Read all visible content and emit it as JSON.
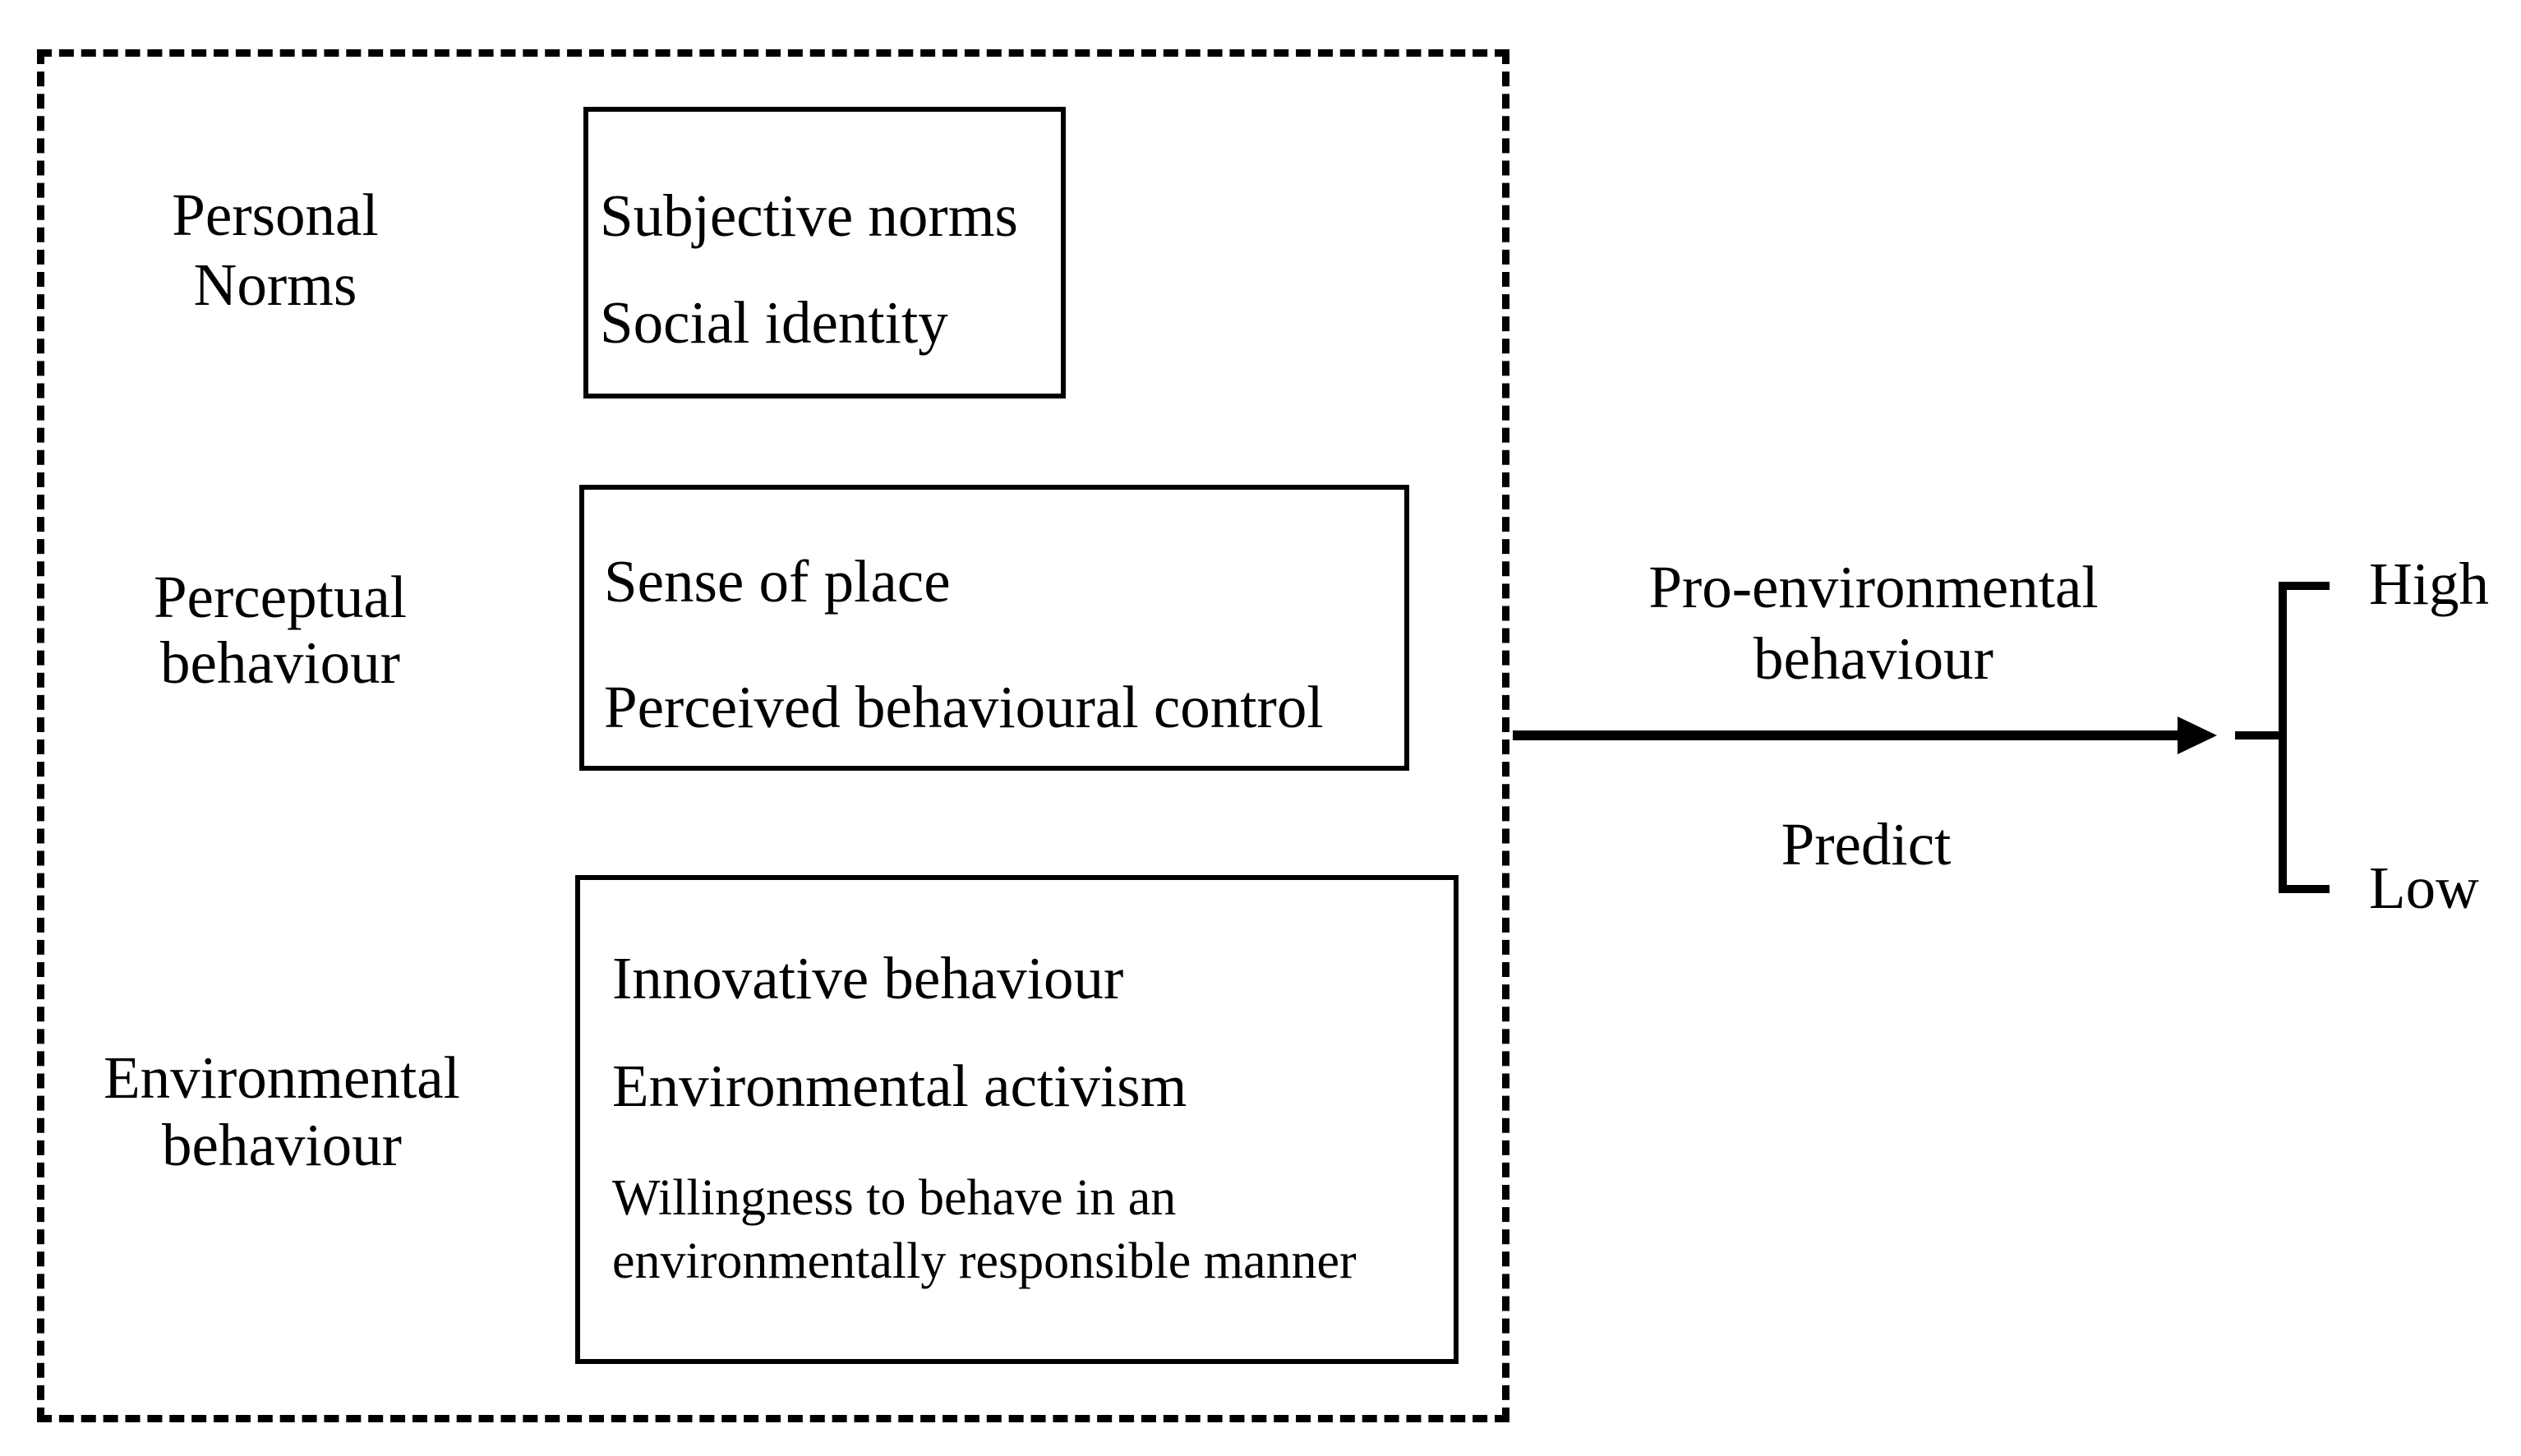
{
  "panel": {
    "rows": [
      {
        "label": "Personal\nNorms",
        "items": [
          "Subjective norms",
          "Social identity"
        ]
      },
      {
        "label": "Perceptual\nbehaviour",
        "items": [
          "Sense of place",
          "Perceived behavioural control"
        ]
      },
      {
        "label": "Environmental\nbehaviour",
        "items": [
          "Innovative behaviour",
          "Environmental activism"
        ],
        "sub_items": [
          "Willingness to behave in an",
          "environmentally responsible manner"
        ]
      }
    ]
  },
  "relation": {
    "arrow_label": "Pro-environmental\nbehaviour",
    "arrow_sublabel": "Predict"
  },
  "outcome": {
    "high_label": "High",
    "low_label": "Low"
  },
  "colors": {
    "line": "#000000",
    "background": "#ffffff",
    "text": "#000000"
  }
}
